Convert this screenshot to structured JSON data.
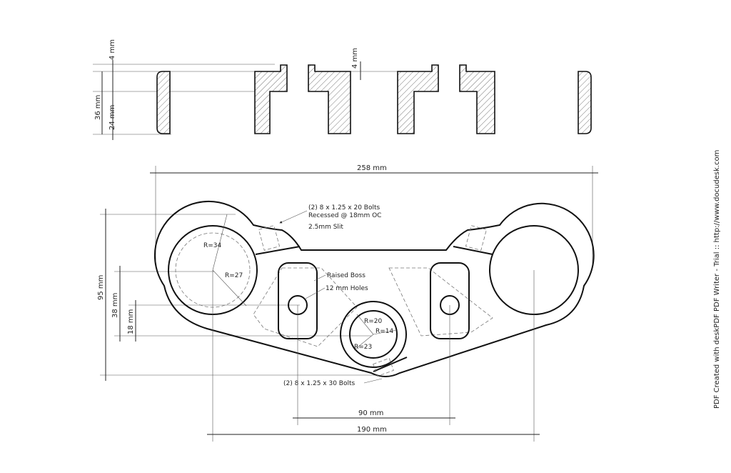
{
  "side_view": {
    "dim_4mm_left": "4 mm",
    "dim_36mm": "36 mm",
    "dim_24mm": "24 mm",
    "dim_4mm_center": "4 mm"
  },
  "top_view": {
    "dim_258mm": "258 mm",
    "dim_95mm": "95 mm",
    "dim_38mm": "38 mm",
    "dim_18mm": "18 mm",
    "dim_90mm": "90 mm",
    "dim_190mm": "190 mm",
    "r34": "R=34",
    "r27": "R=27",
    "r20": "R=20",
    "r14": "R=14",
    "r23": "R=23",
    "note_bolts_top_1": "(2) 8 x 1.25 x 20 Bolts",
    "note_bolts_top_2": "Recessed @ 18mm OC",
    "note_slit": "2.5mm Slit",
    "note_boss": "Raised Boss",
    "note_hole": "12 mm Holes",
    "note_bolts_bottom": "(2) 8 x 1.25 x 30 Bolts"
  },
  "watermark": "PDF Created with deskPDF PDF Writer - Trial :: http://www.docudesk.com"
}
